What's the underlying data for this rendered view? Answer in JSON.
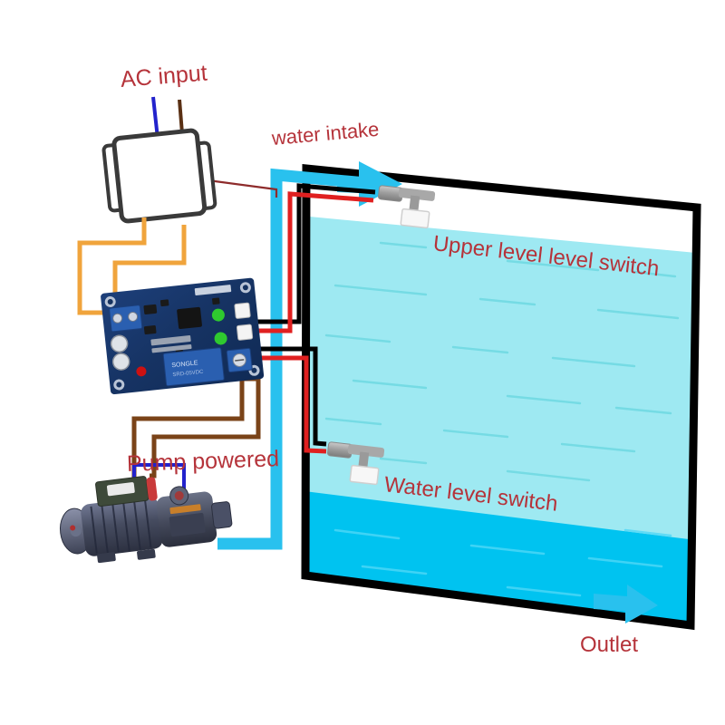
{
  "diagram": {
    "title": "Water level controller wiring diagram",
    "labels": {
      "ac_input": "AC input",
      "water_intake": "water intake",
      "upper_level_switch": "Upper level level switch",
      "water_level_switch": "Water level switch",
      "pump_powered": "Pump powered",
      "outlet": "Outlet"
    },
    "icons": {
      "transformer": "transformer-icon",
      "controller_board": "controller-board-icon",
      "pump": "water-pump-icon",
      "upper_float_switch": "float-switch-icon",
      "lower_float_switch": "float-switch-icon",
      "intake_arrow": "arrow-right-icon",
      "outlet_arrow": "arrow-right-icon"
    },
    "colors": {
      "label_red": "#b5333a",
      "wire_orange": "#f0a43c",
      "wire_brown": "#7a4318",
      "wire_blue": "#2222cc",
      "wire_red": "#e02020",
      "wire_black": "#000000",
      "pipe_cyan": "#29c1ee",
      "water_upper": "#9ee9f2",
      "water_lower": "#00c3f0",
      "tank_outline": "#000000",
      "pcb_blue": "#17376b",
      "relay_blue": "#2a5fb0",
      "led_green": "#2fc92f",
      "led_red": "#cc1111",
      "transformer_body": "#ffffff",
      "transformer_outline": "#3a3a3a",
      "pump_body": "#4a4f63",
      "switch_body": "#9a9a9a",
      "float_white": "#f2f2f2"
    },
    "components": {
      "transformer": "AC transformer",
      "board": "Water level controller relay board",
      "pump": "Electric water pump",
      "tank": "Water tank",
      "upper_switch": "Upper float level switch",
      "lower_switch": "Lower float level switch"
    },
    "wiring": {
      "ac_line_blue": "AC input line (blue)",
      "ac_line_brown": "AC input line (brown)",
      "transformer_to_board": "Transformer DC output to board power terminal (orange pair)",
      "board_to_pump": "Relay output to pump (brown pair)",
      "board_to_upper_switch": "Sensor wires to upper float switch (black/red)",
      "board_to_lower_switch": "Sensor wires to lower float switch (black/red)",
      "pump_to_tank": "Pump discharge pipe into tank intake (cyan)"
    }
  }
}
